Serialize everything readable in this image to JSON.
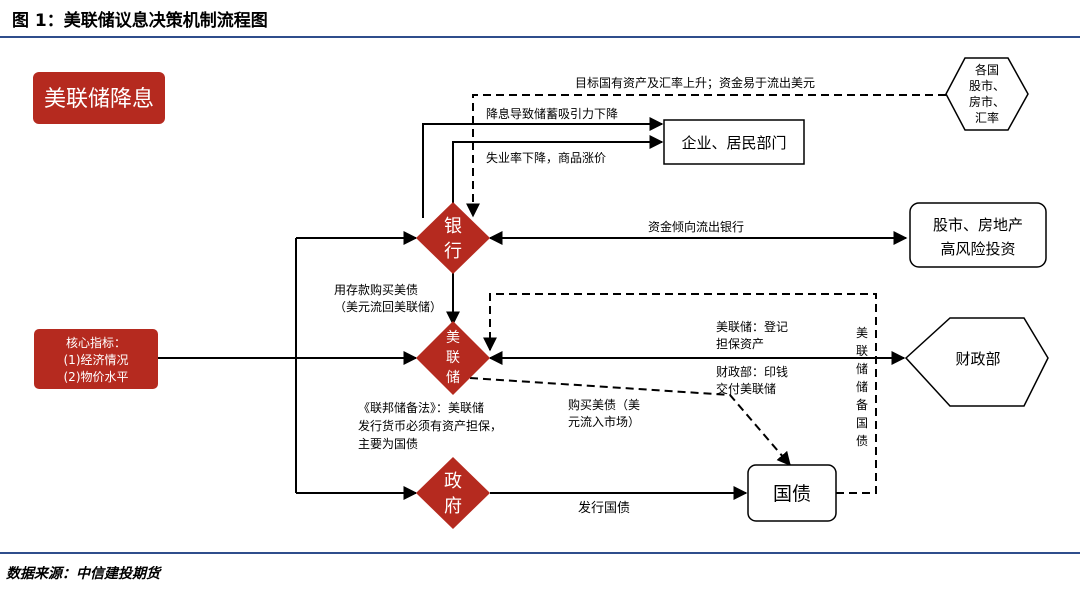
{
  "figure_title": "图 1：美联储议息决策机制流程图",
  "source": "数据来源：中信建投期货",
  "nodes": {
    "fed_cut": "美联储降息",
    "core": [
      "核心指标：",
      "(1)经济情况",
      "(2)物价水平"
    ],
    "bank": [
      "银",
      "行"
    ],
    "fed": [
      "美",
      "联",
      "储"
    ],
    "gov": [
      "政",
      "府"
    ],
    "corp": "企业、居民部门",
    "markets": [
      "股市、房地产",
      "高风险投资"
    ],
    "treasury_dept": "财政部",
    "bonds": "国债",
    "foreign": [
      "各国",
      "股市、",
      "房市、",
      "汇率"
    ]
  },
  "labels": {
    "dollar_out": "目标国有资产及汇率上升；资金易于流出美元",
    "deposit_attract": "降息导致储蓄吸引力下降",
    "unemployment": "失业率下降，商品涨价",
    "funds_out": "资金倾向流出银行",
    "deposits_buy": [
      "用存款购买美债",
      "（美元流回美联储）"
    ],
    "fed_register": [
      "美联储：登记",
      "担保资产"
    ],
    "treasury_print": [
      "财政部：印钱",
      "交付美联储"
    ],
    "fed_act": [
      "《联邦储备法》：美联储",
      "发行货币必须有资产担保，",
      "主要为国债"
    ],
    "buy_bonds": [
      "购买美债（美",
      "元流入市场）"
    ],
    "issue_bonds": "发行国债",
    "fed_reserve_bonds": [
      "美",
      "联",
      "储",
      "储",
      "备",
      "国",
      "债"
    ]
  },
  "colors": {
    "diamond": "#b52a1f",
    "box": "#b52a1f",
    "rule": "#2f4e8c"
  }
}
